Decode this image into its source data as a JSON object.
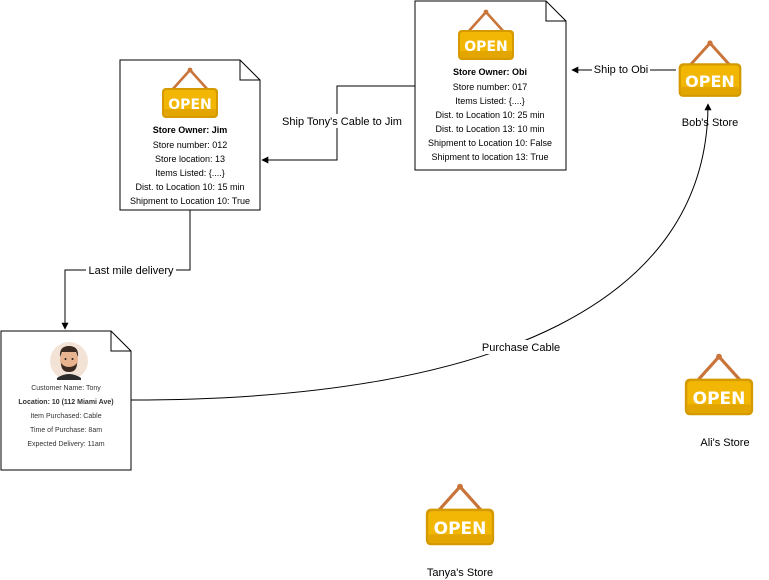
{
  "stores": {
    "bob": {
      "label": "Bob's Store",
      "sign": "OPEN"
    },
    "ali": {
      "label": "Ali's Store",
      "sign": "OPEN"
    },
    "tanya": {
      "label": "Tanya's Store",
      "sign": "OPEN"
    }
  },
  "obi_doc": {
    "sign": "OPEN",
    "owner": "Store Owner: Obi",
    "lines": [
      "Store number: 017",
      "Items Listed: {....}",
      "Dist. to Location 10: 25 min",
      "Dist. to Location 13: 10 min",
      "Shipment to Location 10: False",
      "Shipment to location 13: True"
    ]
  },
  "jim_doc": {
    "sign": "OPEN",
    "owner": "Store Owner: Jim",
    "lines": [
      "Store number: 012",
      "Store location: 13",
      "Items Listed: {....}",
      "Dist. to Location 10: 15 min",
      "Shipment to Location 10: True"
    ]
  },
  "customer_doc": {
    "avatar_icon": "man-avatar-icon",
    "name": "Customer Name: Tony",
    "location": "Location: 10 (112 Miami Ave)",
    "lines": [
      "Item Purchased: Cable",
      "Time of Purchase: 8am",
      "Expected Delivery: 11am"
    ]
  },
  "edges": {
    "ship_to_obi": "Ship to Obi",
    "ship_to_jim": "Ship Tony's Cable to Jim",
    "last_mile": "Last mile delivery",
    "purchase": "Purchase Cable"
  },
  "colors": {
    "sign_fill": "#F2B705",
    "sign_border": "#D49A00",
    "sign_cord": "#C9743A",
    "line": "#000000"
  }
}
